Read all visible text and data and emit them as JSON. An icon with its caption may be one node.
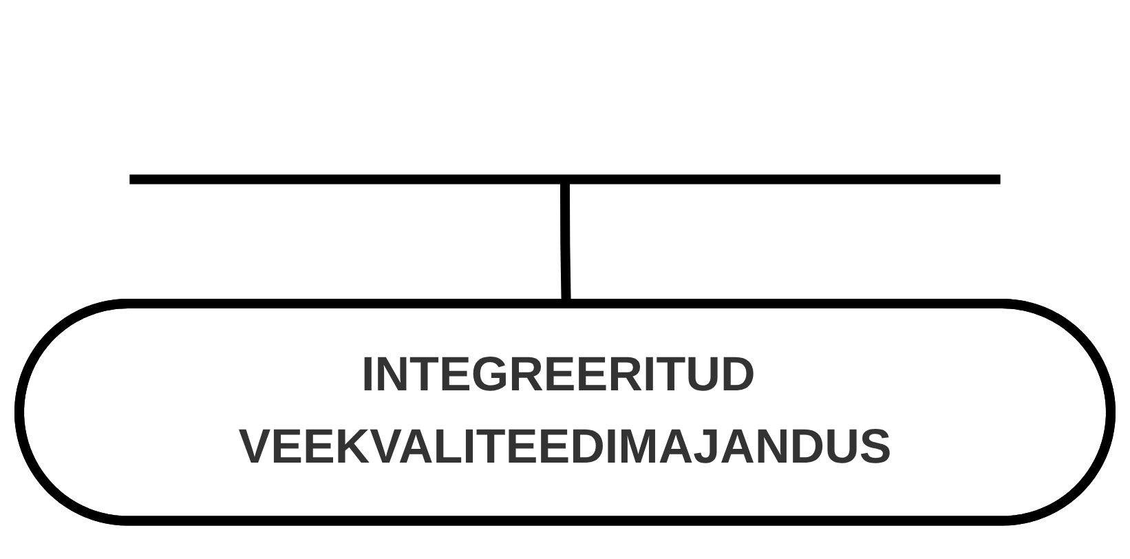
{
  "diagram": {
    "nodes": [
      {
        "text": [],
        "shape": "bar"
      },
      {
        "text": [
          "INTEGREERITUD VEEKVALITEEDIMAJANDUS"
        ]
      }
    ],
    "edges": [
      {
        "from": 0,
        "to": 1,
        "arrow": "none"
      }
    ]
  }
}
